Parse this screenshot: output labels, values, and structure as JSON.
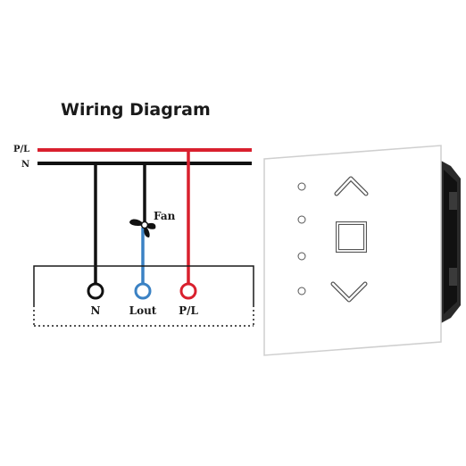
{
  "title": "Wiring Diagram",
  "lines": {
    "phase_label": "P/L",
    "neutral_label": "N"
  },
  "load_label": "Fan",
  "terminals": [
    {
      "label": "N",
      "color": "#111111"
    },
    {
      "label": "Lout",
      "color": "#3b82c4"
    },
    {
      "label": "P/L",
      "color": "#d9202e"
    }
  ],
  "colors": {
    "phase": "#d9202e",
    "neutral": "#111111",
    "load_out": "#3b82c4"
  },
  "device": {
    "indicator_count": 4,
    "buttons": [
      {
        "icon": "chevron-up-icon"
      },
      {
        "icon": "square-icon"
      },
      {
        "icon": "chevron-down-icon"
      }
    ]
  }
}
